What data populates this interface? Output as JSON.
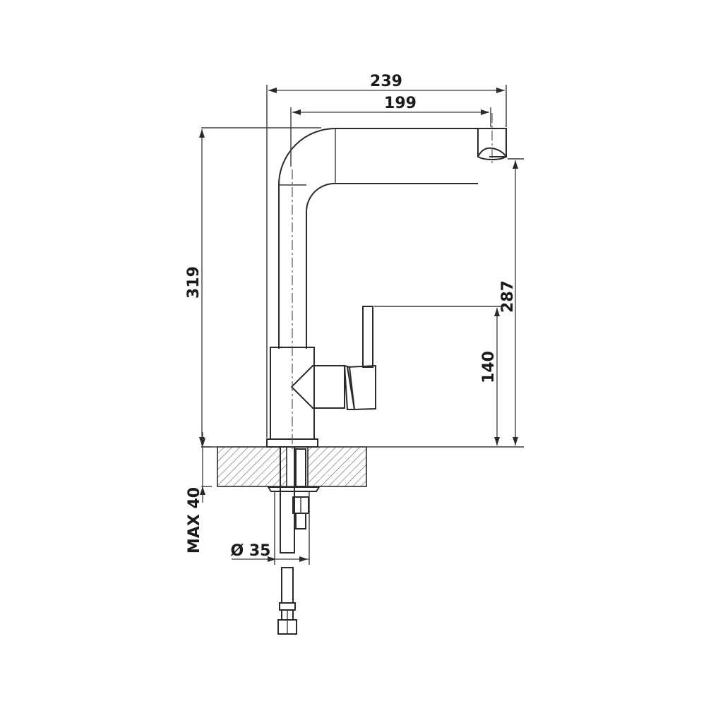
{
  "drawing": {
    "subject": "Kitchen faucet side elevation with dimensions (mm)",
    "dimensions": {
      "total_width": "239",
      "spout_reach": "199",
      "total_height": "319",
      "spout_outlet_height": "287",
      "lever_height": "140",
      "max_countertop_thickness": "MAX 40",
      "hole_diameter": "Ø 35"
    },
    "colors": {
      "line": "#2a2a2a",
      "background": "#ffffff"
    }
  }
}
